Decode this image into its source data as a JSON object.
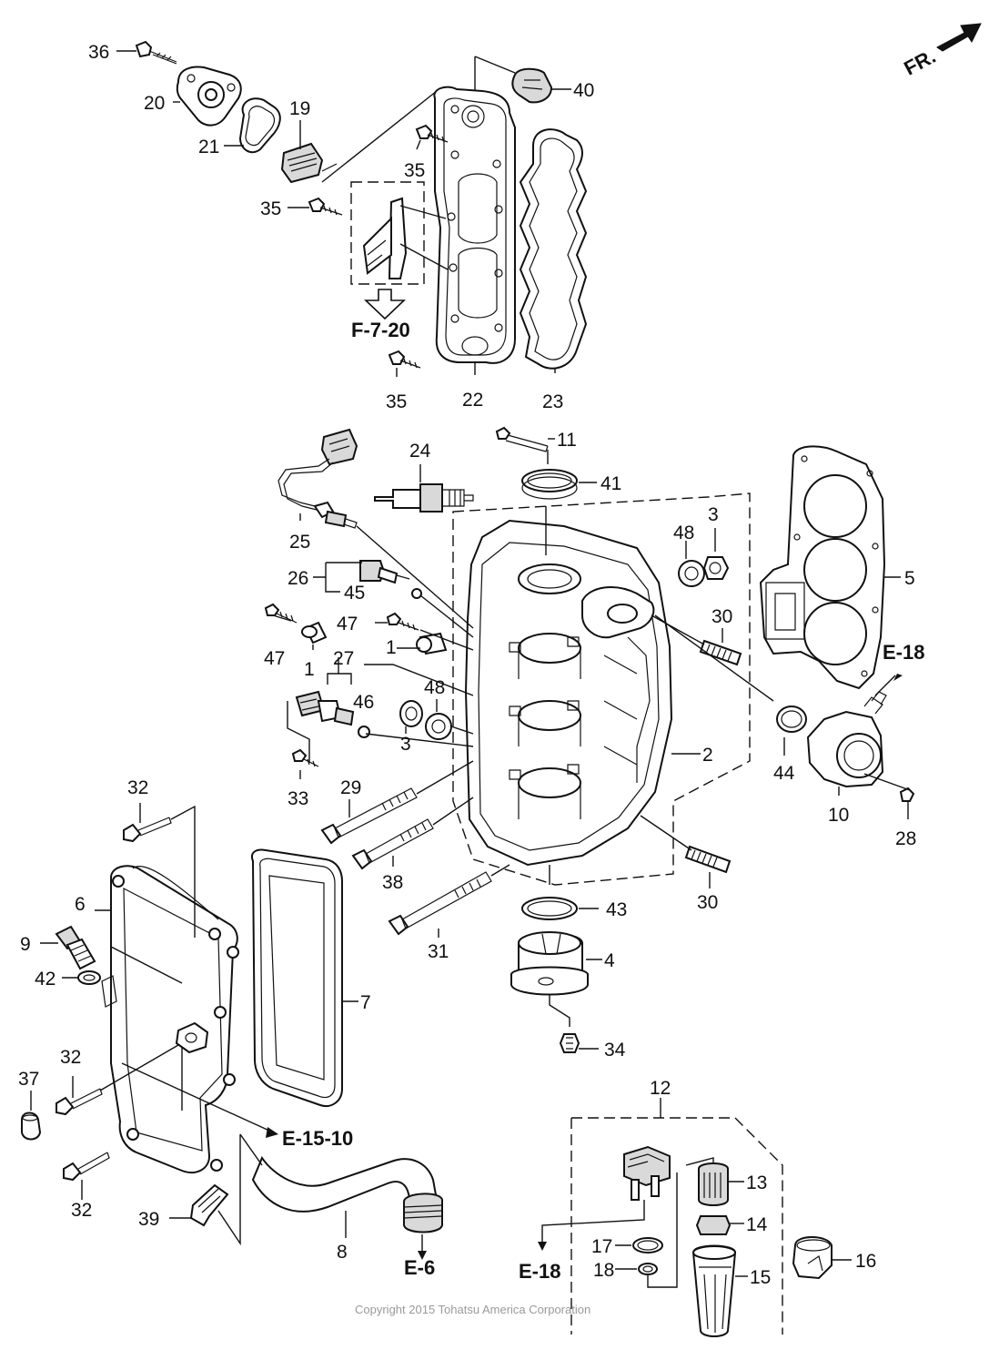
{
  "direction_indicator": "FR.",
  "copyright": "Copyright 2015 Tohatsu America Corporation",
  "references": {
    "f_7_20": "F-7-20",
    "e_18_top": "E-18",
    "e_15_10": "E-15-10",
    "e_6": "E-6",
    "e_18_bottom": "E-18"
  },
  "callouts": {
    "c36": "36",
    "c20": "20",
    "c21": "21",
    "c19": "19",
    "c40": "40",
    "c35a": "35",
    "c35b": "35",
    "c35c": "35",
    "c22": "22",
    "c23": "23",
    "c11": "11",
    "c24": "24",
    "c41": "41",
    "c25": "25",
    "c3a": "3",
    "c48a": "48",
    "c5": "5",
    "c26": "26",
    "c45": "45",
    "c30a": "30",
    "c47a": "47",
    "c47b": "47",
    "c1a": "1",
    "c1b": "1",
    "c27": "27",
    "c46": "46",
    "c48b": "48",
    "c3b": "3",
    "c44": "44",
    "c2": "2",
    "c33": "33",
    "c29": "29",
    "c10": "10",
    "c28": "28",
    "c32a": "32",
    "c38": "38",
    "c30b": "30",
    "c6": "6",
    "c43": "43",
    "c9": "9",
    "c31": "31",
    "c4": "4",
    "c42": "42",
    "c7": "7",
    "c34": "34",
    "c32b": "32",
    "c37": "37",
    "c12": "12",
    "c32c": "32",
    "c13": "13",
    "c14": "14",
    "c39": "39",
    "c8": "8",
    "c17": "17",
    "c18": "18",
    "c15": "15",
    "c16": "16"
  }
}
